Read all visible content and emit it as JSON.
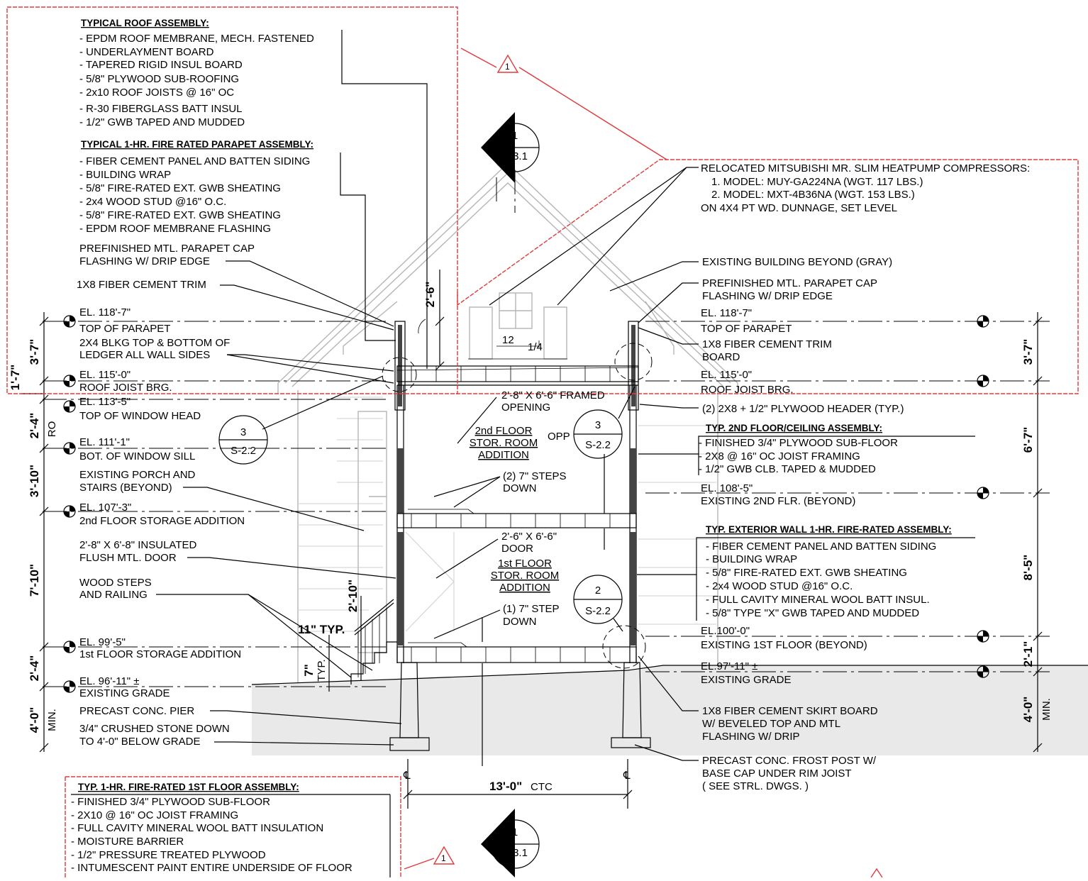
{
  "roof_assembly": {
    "title": "TYPICAL ROOF ASSEMBLY:",
    "items": [
      "- EPDM ROOF MEMBRANE, MECH. FASTENED",
      "- UNDERLAYMENT BOARD",
      "- TAPERED RIGID INSUL BOARD",
      "- 5/8\" PLYWOOD SUB-ROOFING",
      "- 2x10 ROOF JOISTS @ 16\" OC",
      "- R-30 FIBERGLASS BATT INSUL",
      "- 1/2\" GWB TAPED AND MUDDED"
    ]
  },
  "parapet_assembly": {
    "title": "TYPICAL 1-HR. FIRE RATED PARAPET ASSEMBLY:",
    "items": [
      "- FIBER CEMENT PANEL AND BATTEN SIDING",
      "- BUILDING WRAP",
      "- 5/8\" FIRE-RATED EXT. GWB SHEATING",
      "- 2x4 WOOD STUD @16\" O.C.",
      "- 5/8\" FIRE-RATED EXT. GWB SHEATING",
      "- EPDM ROOF MEMBRANE FLASHING"
    ]
  },
  "heatpump_note": [
    "RELOCATED MITSUBISHI MR. SLIM HEATPUMP COMPRESSORS:",
    "1. MODEL:  MUY-GA224NA  (WGT. 117 LBS.)",
    "2. MODEL:  MXT-4B36NA (WGT.  153 LBS.)",
    "ON 4X4 PT WD. DUNNAGE, SET LEVEL"
  ],
  "left_labels": {
    "parapet_cap": [
      "PREFINISHED MTL. PARAPET CAP",
      "FLASHING W/ DRIP EDGE"
    ],
    "trim": "1X8 FIBER CEMENT TRIM",
    "blkg": [
      "2X4 BLKG TOP & BOTTOM OF",
      "LEDGER ALL WALL SIDES"
    ],
    "porch": [
      "EXISTING PORCH AND",
      "STAIRS (BEYOND)"
    ],
    "door": [
      "2'-8\" X 6'-8\" INSULATED",
      "FLUSH MTL. DOOR"
    ],
    "steps": [
      "WOOD STEPS",
      "AND RAILING"
    ],
    "pier": "PRECAST CONC. PIER",
    "stone": [
      "3/4\" CRUSHED STONE DOWN",
      "TO 4'-0\" BELOW GRADE"
    ]
  },
  "elevations_left": [
    {
      "el": "EL. 118'-7\"",
      "desc": "TOP OF PARAPET"
    },
    {
      "el": "EL. 115'-0\"",
      "desc": "ROOF JOIST BRG."
    },
    {
      "el": "EL. 113'-5\"",
      "desc": "TOP OF WINDOW HEAD"
    },
    {
      "el": "EL. 111'-1\"",
      "desc": "BOT. OF WINDOW SILL"
    },
    {
      "el": "EL. 107'-3\"",
      "desc": "2nd FLOOR STORAGE ADDITION"
    },
    {
      "el": "EL. 99'-5\"",
      "desc": "1st FLOOR STORAGE ADDITION"
    },
    {
      "el": "EL. 96'-11\" ±",
      "desc": "EXISTING GRADE"
    }
  ],
  "elevations_right": [
    {
      "el": "EL. 118'-7\"",
      "desc": "TOP OF PARAPET"
    },
    {
      "el": "EL. 115'-0\"",
      "desc": "ROOF JOIST BRG."
    },
    {
      "el": "EL. 108'-5\"",
      "desc": "EXISTING 2ND FLR. (BEYOND)"
    },
    {
      "el": "EL.100'-0\"",
      "desc": "EXISTING 1ST FLOOR (BEYOND)"
    },
    {
      "el": "EL.97'-11\" ±",
      "desc": "EXISTING GRADE"
    }
  ],
  "right_labels": {
    "existing_bldg": "EXISTING BUILDING BEYOND (GRAY)",
    "parapet_cap": [
      "PREFINISHED MTL. PARAPET CAP",
      "FLASHING W/ DRIP EDGE"
    ],
    "trim_board": [
      "1X8 FIBER CEMENT TRIM",
      "BOARD"
    ],
    "header": "(2) 2X8 + 1/2\" PLYWOOD HEADER (TYP.)",
    "skirt": [
      "1X8 FIBER CEMENT SKIRT BOARD",
      "W/ BEVELED TOP AND MTL",
      "FLASHING W/ DRIP"
    ],
    "frost_post": [
      "PRECAST CONC. FROST POST W/",
      "BASE CAP UNDER RIM JOIST",
      "( SEE STRL. DWGS. )"
    ]
  },
  "floor2_assembly": {
    "title": "TYP. 2ND FLOOR/CEILING ASSEMBLY:",
    "items": [
      "- FINISHED 3/4\" PLYWOOD SUB-FLOOR",
      "- 2X8 @ 16\" OC JOIST FRAMING",
      "- 1/2\" GWB CLB. TAPED & MUDDED"
    ]
  },
  "wall_assembly": {
    "title": "TYP. EXTERIOR WALL 1-HR. FIRE-RATED ASSEMBLY:",
    "items": [
      "- FIBER CEMENT PANEL AND BATTEN SIDING",
      "- BUILDING WRAP",
      "- 5/8\" FIRE-RATED EXT. GWB SHEATING",
      "- 2x4 WOOD STUD @16\" O.C.",
      "- FULL CAVITY MINERAL WOOL BATT INSUL.",
      "- 5/8\" TYPE \"X\" GWB TAPED AND MUDDED"
    ]
  },
  "floor1_assembly": {
    "title": "TYP. 1-HR. FIRE-RATED 1ST FLOOR ASSEMBLY:",
    "items": [
      "- FINISHED 3/4\" PLYWOOD SUB-FLOOR",
      "- 2X10 @ 16\" OC JOIST FRAMING",
      "- FULL CAVITY MINERAL WOOL BATT INSULATION",
      "- MOISTURE BARRIER",
      "- 1/2\" PRESSURE TREATED PLYWOOD",
      "- INTUMESCENT PAINT ENTIRE UNDERSIDE OF FLOOR"
    ]
  },
  "interior_labels": {
    "framed_opening": [
      "2'-8\" X 6'-6\" FRAMED",
      "OPENING"
    ],
    "room2": [
      "2nd FLOOR",
      "STOR. ROOM",
      "ADDITION"
    ],
    "opp": "OPP",
    "steps2": [
      "(2) 7\" STEPS",
      "DOWN"
    ],
    "door1": [
      "2'-6\" X 6'-6\"",
      "DOOR"
    ],
    "room1": [
      "1st FLOOR",
      "STOR. ROOM",
      "ADDITION"
    ],
    "steps1": [
      "(1) 7\" STEP",
      "DOWN"
    ]
  },
  "dimensions": {
    "left": [
      "3'-7\"",
      "1'-7\"",
      "2'-4\"",
      "3'-10\"",
      "7'-10\"",
      "2'-4\"",
      "4'-0\""
    ],
    "ro": "RO",
    "min": "MIN.",
    "right": [
      "3'-7\"",
      "6'-7\"",
      "8'-5\"",
      "2'-1\"",
      "4'-0\""
    ],
    "parapet_h": "2'-6\"",
    "stair_h": "2'-10\"",
    "tread": "11\" TYP.",
    "riser": "7\"",
    "riser_typ": "TYP.",
    "width": "13'-0\"",
    "width_unit": "CTC",
    "slope_rise": "12",
    "slope_run": "1/4",
    "cl": "℄"
  },
  "section_markers": [
    {
      "num": "1",
      "sheet": "A-3.1"
    },
    {
      "num": "1",
      "sheet": "A-3.1"
    }
  ],
  "detail_markers": [
    {
      "num": "3",
      "sheet": "S-2.2"
    },
    {
      "num": "3",
      "sheet": "S-2.2"
    },
    {
      "num": "2",
      "sheet": "S-2.2"
    }
  ],
  "revision": "1",
  "colors": {
    "revision_cloud": "#e23a3a",
    "existing": "#b5b5b5",
    "ink": "#000000"
  }
}
